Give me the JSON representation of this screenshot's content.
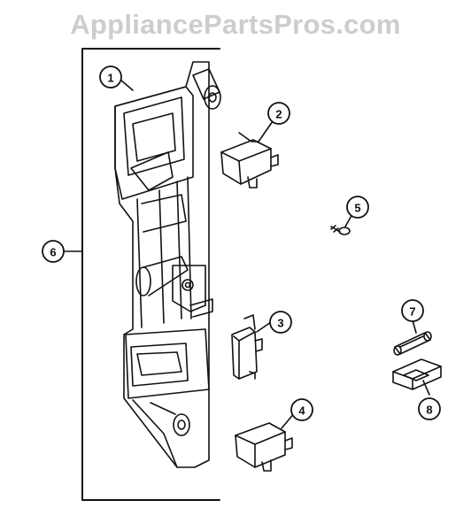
{
  "watermark": "AppliancePartsPros.com",
  "callouts": [
    {
      "id": "c1",
      "label": "1"
    },
    {
      "id": "c2",
      "label": "2"
    },
    {
      "id": "c3",
      "label": "3"
    },
    {
      "id": "c4",
      "label": "4"
    },
    {
      "id": "c5",
      "label": "5"
    },
    {
      "id": "c6",
      "label": "6"
    },
    {
      "id": "c7",
      "label": "7"
    },
    {
      "id": "c8",
      "label": "8"
    }
  ],
  "colors": {
    "line": "#111111",
    "watermark": "#cdcdcd",
    "background": "#ffffff"
  }
}
